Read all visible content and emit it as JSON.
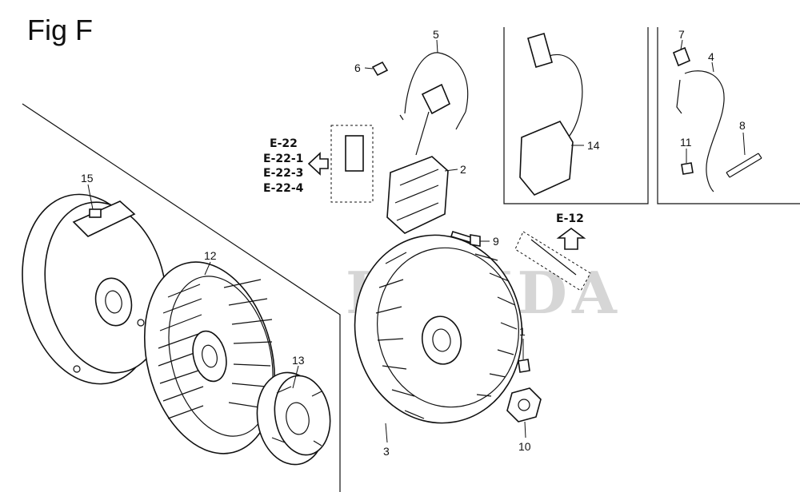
{
  "figure": {
    "title": "Fig F",
    "watermark": "HONDA"
  },
  "references": {
    "ignition_module_refs": [
      "E-22",
      "E-22-1",
      "E-22-3",
      "E-22-4"
    ],
    "plug_cap_ref": "E-12"
  },
  "parts": [
    {
      "id": "p1",
      "label": "1"
    },
    {
      "id": "p2",
      "label": "2"
    },
    {
      "id": "p3",
      "label": "3"
    },
    {
      "id": "p4",
      "label": "4"
    },
    {
      "id": "p5",
      "label": "5"
    },
    {
      "id": "p6",
      "label": "6"
    },
    {
      "id": "p7",
      "label": "7"
    },
    {
      "id": "p8",
      "label": "8"
    },
    {
      "id": "p9",
      "label": "9"
    },
    {
      "id": "p10",
      "label": "10"
    },
    {
      "id": "p11",
      "label": "11"
    },
    {
      "id": "p12",
      "label": "12"
    },
    {
      "id": "p13",
      "label": "13"
    },
    {
      "id": "p14",
      "label": "14"
    },
    {
      "id": "p15",
      "label": "15"
    }
  ]
}
